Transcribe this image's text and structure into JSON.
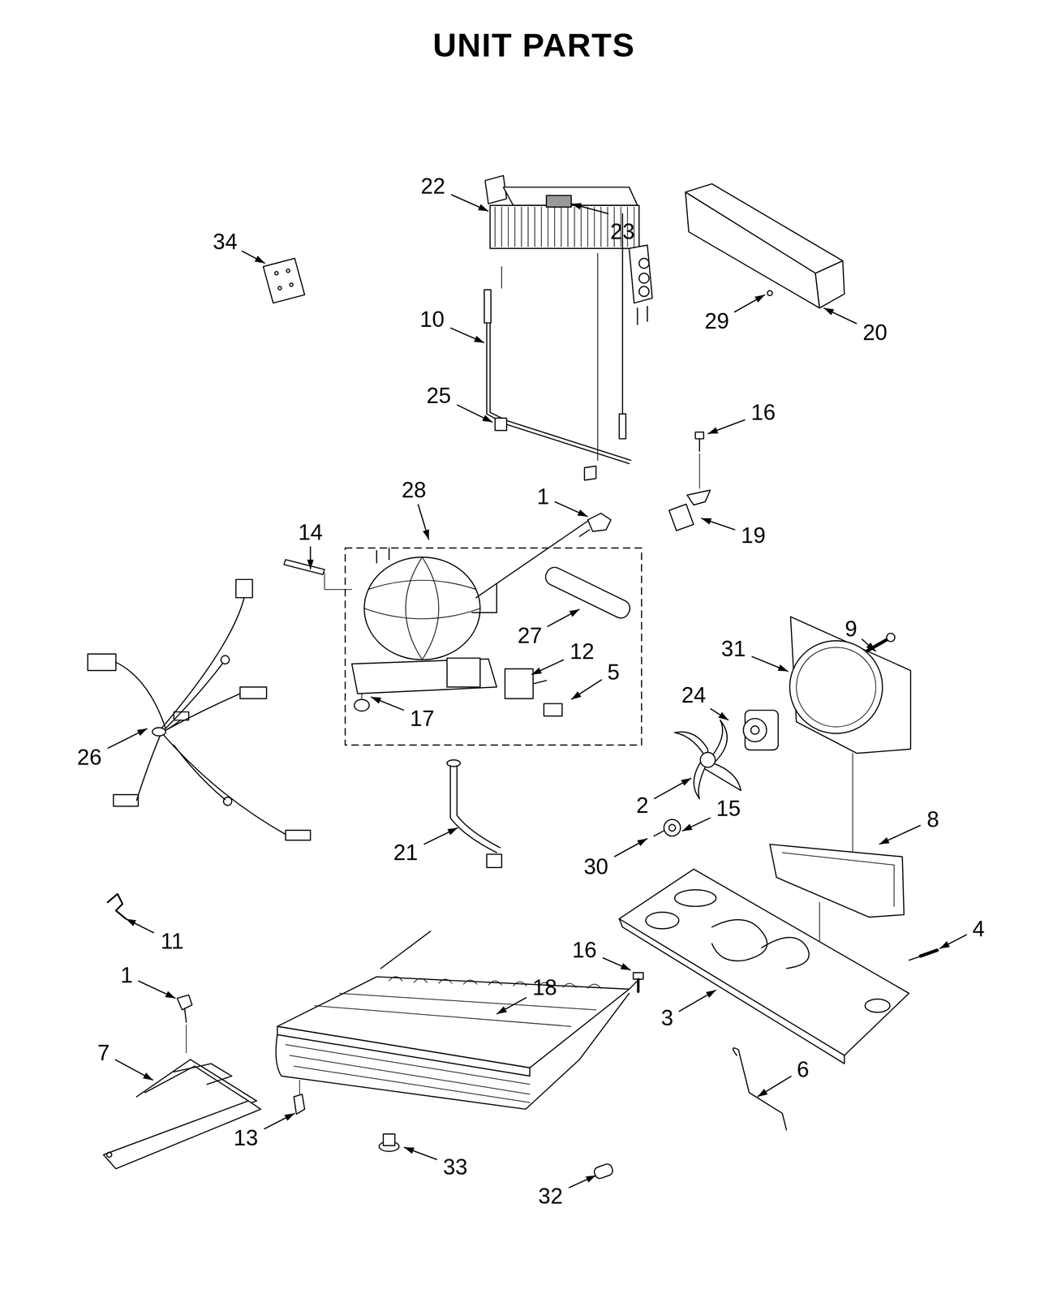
{
  "diagram": {
    "title": "UNIT PARTS",
    "labels": [
      "22",
      "23",
      "34",
      "10",
      "29",
      "20",
      "25",
      "16",
      "28",
      "1",
      "14",
      "19",
      "9",
      "27",
      "31",
      "12",
      "5",
      "24",
      "17",
      "26",
      "2",
      "15",
      "8",
      "21",
      "30",
      "11",
      "4",
      "16",
      "1",
      "18",
      "3",
      "7",
      "6",
      "13",
      "33",
      "32"
    ]
  }
}
